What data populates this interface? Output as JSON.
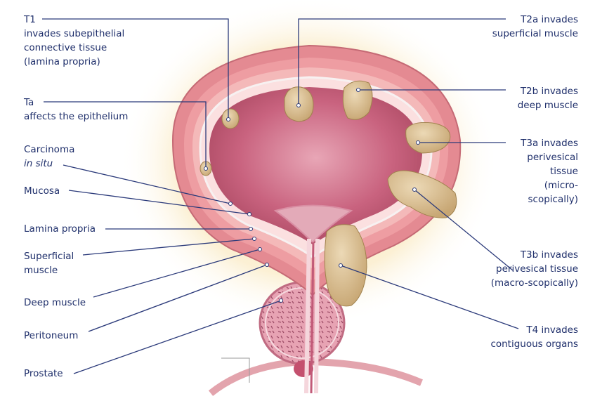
{
  "colors": {
    "label_text": "#1f2f6b",
    "leader_line": "#2b3a7a",
    "tumor_fill": "#d8bc8f",
    "tumor_stroke": "#a0824e",
    "lumen": "#c25a78",
    "mucosa": "#f1c6c8",
    "muscle": "#e58f94",
    "halo": "#f7dfa6"
  },
  "labels": {
    "t1": [
      "T1",
      "invades subepithelial",
      "connective tissue",
      "(lamina propria)"
    ],
    "ta": [
      "Ta",
      "affects the epithelium"
    ],
    "cis": [
      "Carcinoma",
      "in situ"
    ],
    "mucosa": [
      "Mucosa"
    ],
    "lamina_propria": [
      "Lamina propria"
    ],
    "superficial_muscle": [
      "Superficial",
      "muscle"
    ],
    "deep_muscle": [
      "Deep muscle"
    ],
    "peritoneum": [
      "Peritoneum"
    ],
    "prostate": [
      "Prostate"
    ],
    "t2a": [
      "T2a invades",
      "superficial muscle"
    ],
    "t2b": [
      "T2b invades",
      "deep muscle"
    ],
    "t3a": [
      "T3a invades",
      "perivesical",
      "tissue",
      "(micro-",
      "scopically)"
    ],
    "t3b": [
      "T3b invades",
      "perivesical tissue",
      "(macro-scopically)"
    ],
    "t4": [
      "T4 invades",
      "contiguous organs"
    ]
  }
}
